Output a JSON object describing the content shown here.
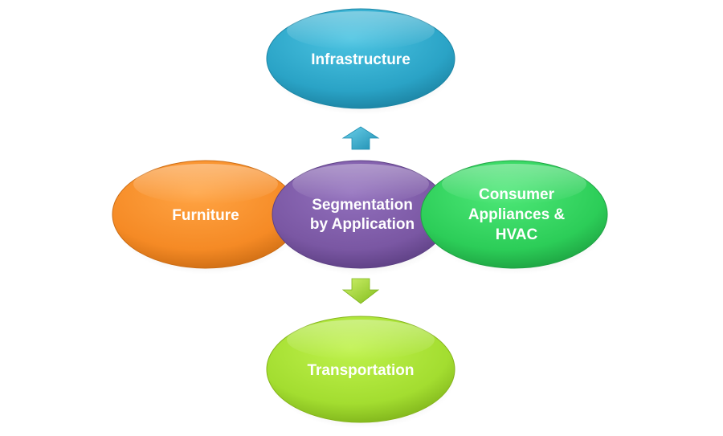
{
  "diagram": {
    "type": "radial-segmentation",
    "center": {
      "label_lines": [
        "Segmentation",
        "by Application"
      ],
      "color": "#7d5aa6"
    },
    "nodes": [
      {
        "id": "infrastructure",
        "label_lines": [
          "Infrastructure"
        ],
        "color": "#2fa9c9",
        "position": "top"
      },
      {
        "id": "furniture",
        "label_lines": [
          "Furniture"
        ],
        "color": "#f58a25",
        "position": "left"
      },
      {
        "id": "consumer",
        "label_lines": [
          "Consumer",
          "Appliances &",
          "HVAC"
        ],
        "color": "#2ecf5a",
        "position": "right"
      },
      {
        "id": "transportation",
        "label_lines": [
          "Transportation"
        ],
        "color": "#a5e032",
        "position": "bottom"
      }
    ],
    "arrows": [
      {
        "id": "arrow-up",
        "direction": "up",
        "color": "#3aaed0",
        "from": "center",
        "to": "infrastructure"
      },
      {
        "id": "arrow-down",
        "direction": "down",
        "color": "#9fd62a",
        "from": "center",
        "to": "transportation"
      }
    ]
  }
}
